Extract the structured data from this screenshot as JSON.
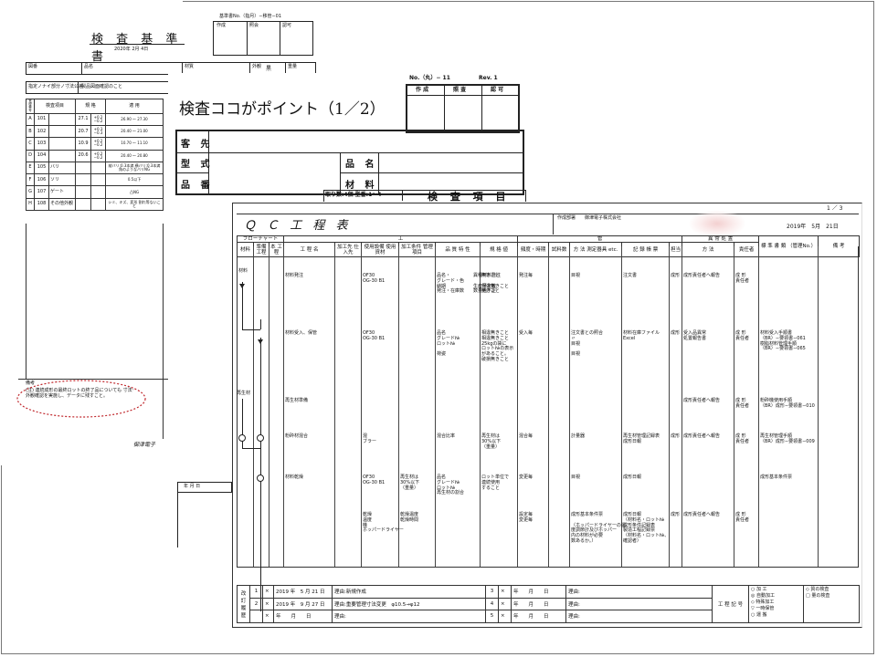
{
  "doc1": {
    "approval_header": "基準書No.（指月）−移管−01",
    "approval_cells": [
      "作成",
      "照会",
      "認可"
    ],
    "title": "検 査 基 準 書",
    "date": "2020年 2月 4日",
    "info_labels": [
      "図番",
      "品名",
      "材質",
      "外観",
      "重量"
    ],
    "info_values": [
      "",
      "",
      "",
      "黒",
      ""
    ],
    "spec_note_label": "指定ノナイ部分ノ寸法公差",
    "spec_note_value": "製品図面確認のこと",
    "table_headers": [
      "管理番号",
      "検査項目",
      "",
      "規 格",
      "",
      "適 用"
    ],
    "rows": [
      {
        "mark": "A",
        "no": "101",
        "label": "",
        "value": "27.1",
        "tol": "+0.2 −0.2",
        "apply": "26.90 〜 27.30"
      },
      {
        "mark": "B",
        "no": "102",
        "label": "",
        "value": "20.7",
        "tol": "+0.3 −0.3",
        "apply": "20.40 〜 21.00"
      },
      {
        "mark": "C",
        "no": "103",
        "label": "",
        "value": "10.9",
        "tol": "+0.2 −0.2",
        "apply": "10.70 〜 11.10"
      },
      {
        "mark": "D",
        "no": "104",
        "label": "",
        "value": "20.6",
        "tol": "+0.2 −0.2",
        "apply": "20.40 〜 20.80"
      },
      {
        "mark": "E",
        "no": "105",
        "label": "バリ",
        "value": "",
        "tol": "",
        "apply": "縦バリ:0.3本満 横バリ:0.3本満 角のようなバリNG"
      },
      {
        "mark": "F",
        "no": "106",
        "label": "ソリ",
        "value": "",
        "tol": "",
        "apply": "0.5以下"
      },
      {
        "mark": "G",
        "no": "107",
        "label": "ゲート",
        "value": "",
        "tol": "",
        "apply": "凸NG"
      },
      {
        "mark": "H",
        "no": "108",
        "label": "その他外観",
        "value": "",
        "tol": "",
        "apply": "シミ、キズ、変形 割れ等ないこと"
      }
    ],
    "remark_label": "備考",
    "remark_text": "(注) 連続成形の最終ロットの終了品についても 寸法･外観確認を実施し、データに残すこと。",
    "company": "御津電子"
  },
  "doc2": {
    "doc_no": "No.（丸）− 11",
    "rev": "Rev. 1",
    "approval_cells": [
      "作 成",
      "照 査",
      "認 可"
    ],
    "title": "検査ココがポイント（1／2）",
    "row_labels": [
      "客 先",
      "型 式",
      "品 番"
    ],
    "right_labels": [
      "品 名",
      "材 料"
    ],
    "count_text": "取り数:4個 型番:1〜4",
    "section_label": "検 査 項 目",
    "date_label": "年 月 日"
  },
  "doc3": {
    "page": "1 ／ 3",
    "title": "Ｑ Ｃ 工 程 表",
    "company_label": "作成部署",
    "company": "御津電子株式会社",
    "date": "2019年　5月　21日",
    "headers": {
      "flow": "フローチャート",
      "process": "工",
      "manage": "管",
      "manage2": "理",
      "req": "要",
      "req2": "領",
      "material": "材料",
      "prep": "準備 工程",
      "main": "本 工程",
      "name": "工 程 名",
      "subcon": "加工先 仕入先",
      "equipment": "使用設備 使用資材",
      "cond": "加工条件 管理項目",
      "quality": "品 質 特 性",
      "spec": "規 格 値",
      "freq": "頻度・時期",
      "samples": "試料数",
      "method": "方 法 測定器具 etc.",
      "record": "記 録 帳 票",
      "resp": "担当",
      "abnormal": "異 常 処 置",
      "method2": "方 法",
      "owner": "責任者",
      "std": "標 準 書 類 （管理No.）",
      "remarks": "備 考"
    },
    "flow_labels": [
      "材料",
      "再生材"
    ],
    "processes": [
      {
        "name": "材料発注",
        "equip": "OF30\nOG-30 B1",
        "cond": "",
        "quality": "品名・\nグレード・色\n納期\n発注・在庫数",
        "quality2": "異種材料発注\n\n生産予定数\n数量過不足",
        "spec": "無きこと\n\n相違無きこと\n無きこと",
        "freq": "発注毎",
        "method": "目視",
        "record": "注文書",
        "resp": "成形",
        "abn": "成形責任者へ報告",
        "owner": "成 形\n責任者",
        "std": ""
      },
      {
        "name": "材料受入、保管",
        "equip": "OF30\nOG-30 B1",
        "cond": "",
        "quality": "品名\nグレード№\nロット№\n\n荷姿",
        "quality2": "",
        "spec": "相違無きこと\n相違無きこと\n25kgの袋に\nロット№の表示\nがあること。\n破損無きこと",
        "freq": "受入毎",
        "method": "注文書との照合\n〃\n目視\n\n目視",
        "record": "材料在庫ファイル\nExcel",
        "resp": "成形",
        "abn": "受入品異常\n処置報告書",
        "owner": "成 形\n責任者",
        "std": "材料受入手順書\n（BR）−要領書−061\n樹脂材料管理手順\n（BR）−要領書−065"
      },
      {
        "name": "再生材準備",
        "equip": "",
        "cond": "",
        "quality": "",
        "quality2": "",
        "spec": "",
        "freq": "",
        "method": "",
        "record": "",
        "resp": "",
        "abn": "成形責任者へ報告",
        "owner": "成 形\n責任者",
        "std": "粉砕機使用手順\n（BR）成形−要領書−010"
      },
      {
        "name": "粉砕材混合",
        "equip": "混\nブラー",
        "cond": "",
        "quality": "混合比率",
        "quality2": "",
        "spec": "再生材は\n30%以下\n（重量）",
        "freq": "混合毎",
        "method": "計量器",
        "record": "再生材管理記録表\n成形日報",
        "resp": "成形",
        "abn": "成形責任者へ報告",
        "owner": "成 形\n責任者",
        "std": "再生材管理手順\n（BR）成形−要領書−009"
      },
      {
        "name": "材料乾燥",
        "equip": "OF30\nOG-30 B1",
        "cond": "再生材は\n30%以下\n（重量）",
        "quality": "品名\nグレード№\nロット№\n再生材の割合",
        "quality2": "",
        "spec": "ロット単位で\n連続使用\nすること",
        "freq": "変更毎",
        "method": "目視",
        "record": "成形日報",
        "resp": "",
        "abn": "",
        "owner": "",
        "std": "成形基本条件票"
      },
      {
        "name": "",
        "equip": "乾燥\n温度\n機\nホッパードライヤー",
        "cond": "乾燥温度\n乾燥時間",
        "quality": "",
        "quality2": "",
        "spec": "",
        "freq": "設定毎\n変更毎",
        "method": "成形基本条件票\n\n（ホッパードライヤーの温\n度調節計及びホッパー\n内の材料が必要\n数あるか。）",
        "record": "成形日報\n（材料名・ロット№\n成形条件記録表\n製造工程記録票\n（材料名・ロット№、\n確認者）",
        "resp": "成形",
        "abn": "成形責任者へ報告",
        "owner": "成 形\n責任者",
        "std": ""
      }
    ],
    "revision_label": "改 訂 履 歴",
    "revisions": [
      {
        "mark": "1",
        "date": "2019 年　5 月 21 日",
        "reason": "新規作成"
      },
      {
        "mark": "2",
        "date": "2019 年　9 月 27 日",
        "reason": "重要管理寸法変更　φ10.5→φ12"
      },
      {
        "mark": "",
        "date": "年　　月　　日",
        "reason": ""
      }
    ],
    "rev_right_marks": [
      "3",
      "4",
      "5"
    ],
    "rev_right_date": "年　　月　　日",
    "reason_label": "理由:",
    "legend_label": "工 程 記 号",
    "legend": [
      "○ 加 工",
      "◎ 自動加工",
      "◇ 特殊加工",
      "▽ 一時保管",
      "○ 運 搬",
      "◇ 質の検査",
      "□ 量の検査"
    ]
  }
}
